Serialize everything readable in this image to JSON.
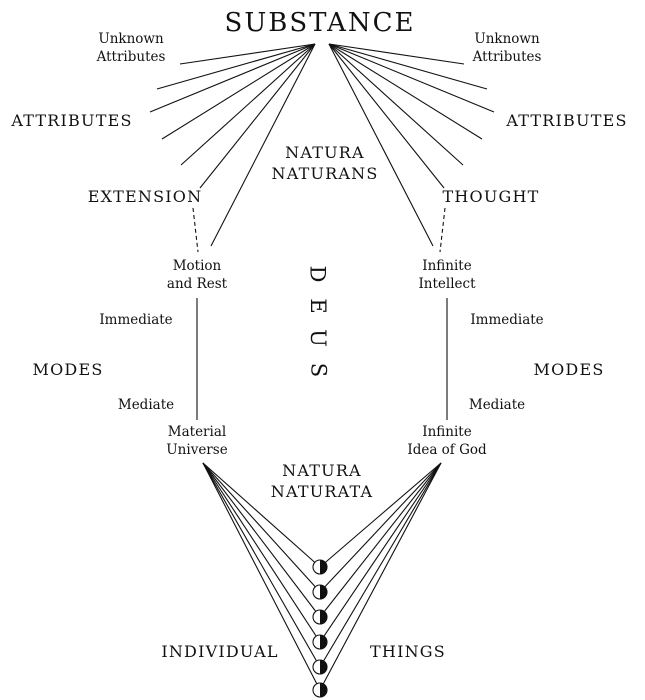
{
  "diagram": {
    "substance": "SUBSTANCE",
    "unknown_attributes_left": {
      "line1": "Unknown",
      "line2": "Attributes"
    },
    "unknown_attributes_right": {
      "line1": "Unknown",
      "line2": "Attributes"
    },
    "attributes_left": "ATTRIBUTES",
    "attributes_right": "ATTRIBUTES",
    "natura_naturans": {
      "line1": "NATURA",
      "line2": "NATURANS"
    },
    "extension": "EXTENSION",
    "thought": "THOUGHT",
    "motion_and_rest": {
      "line1": "Motion",
      "line2": "and Rest"
    },
    "infinite_intellect": {
      "line1": "Infinite",
      "line2": "Intellect"
    },
    "deus": [
      "D",
      "E",
      "U",
      "S"
    ],
    "immediate_left": "Immediate",
    "immediate_right": "Immediate",
    "modes_left": "MODES",
    "modes_right": "MODES",
    "mediate_left": "Mediate",
    "mediate_right": "Mediate",
    "material_universe": {
      "line1": "Material",
      "line2": "Universe"
    },
    "infinite_idea_of_god": {
      "line1": "Infinite",
      "line2": "Idea of God"
    },
    "natura_naturata": {
      "line1": "NATURA",
      "line2": "NATURATA"
    },
    "individual": "INDIVIDUAL",
    "things": "THINGS",
    "line_color": "#111111"
  }
}
